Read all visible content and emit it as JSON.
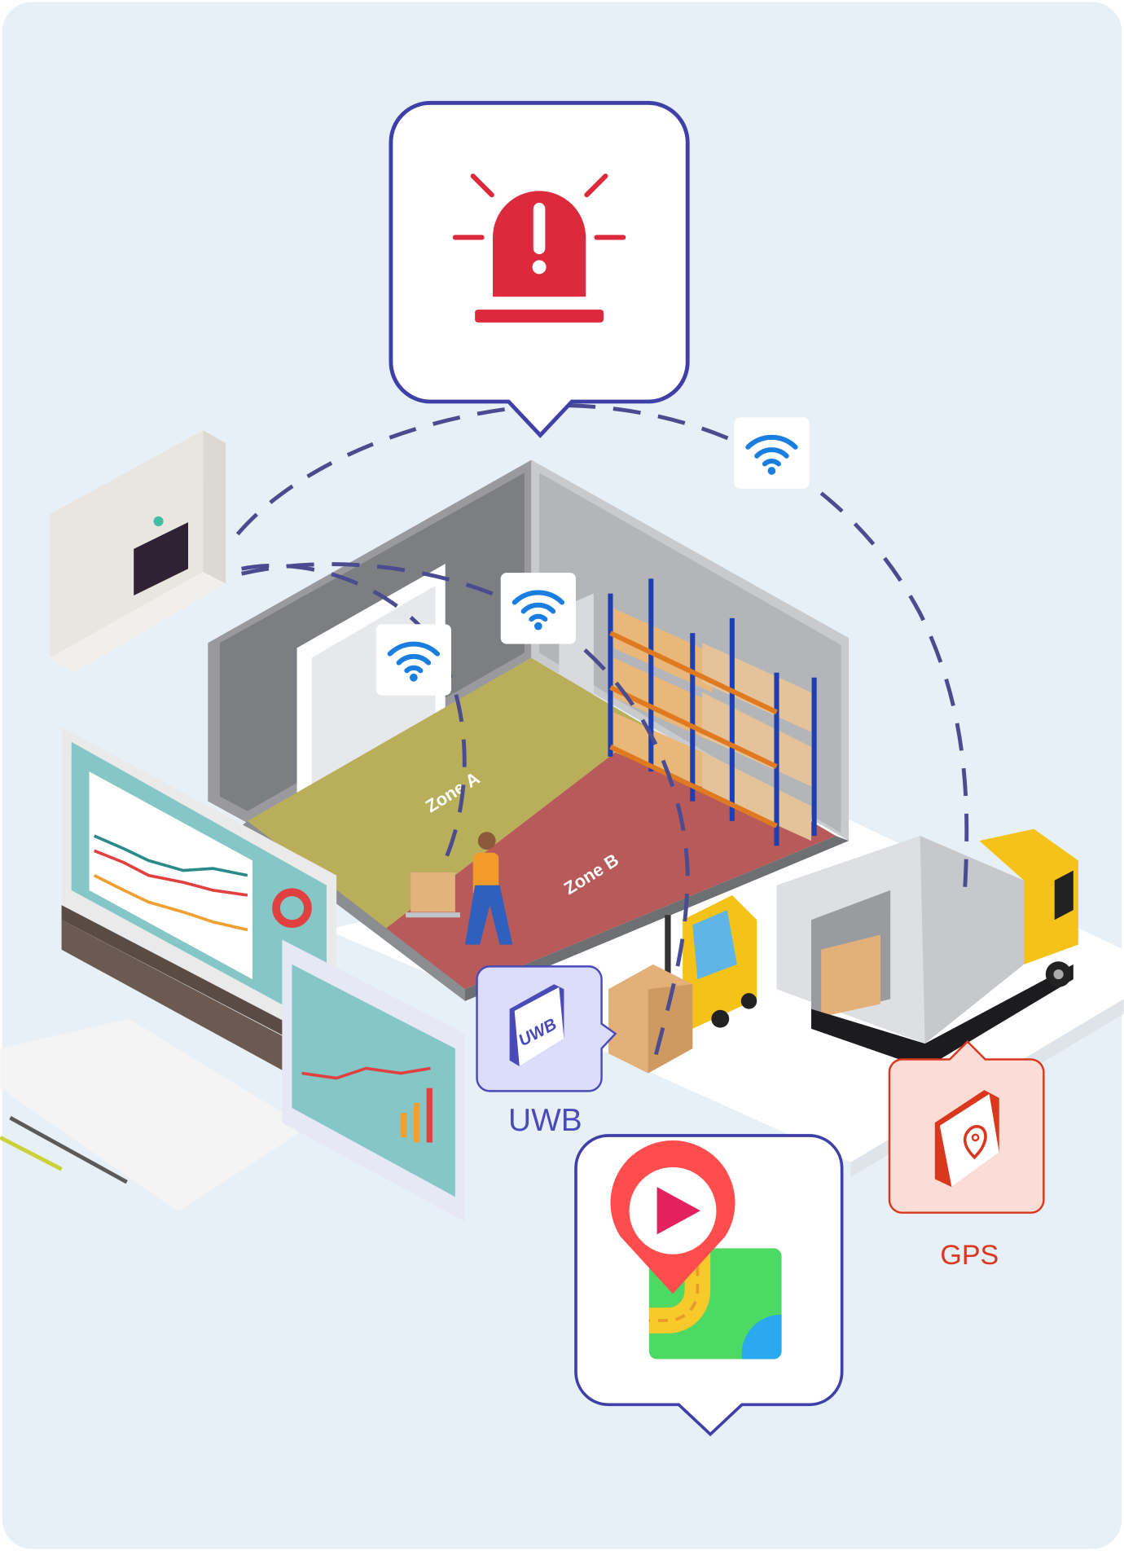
{
  "zones": {
    "zone_a": "Zone A",
    "zone_b": "Zone B"
  },
  "uwb": {
    "label": "UWB",
    "icon_text": "UWB"
  },
  "gps": {
    "label": "GPS"
  },
  "icons": [
    "alarm-siren-icon",
    "wifi-icon",
    "uwb-tag-icon",
    "gps-tag-icon",
    "map-pin-play-icon"
  ],
  "colors": {
    "background": "#e8f0f7",
    "bubble_border": "#3f3fa8",
    "alarm": "#dc2a3c",
    "uwb_text": "#4a4ab8",
    "uwb_fill": "#dcdcfb",
    "gps_text": "#d9381e",
    "gps_fill": "#fcdcd6",
    "wifi": "#1a7de0",
    "zone_a": "#b9ae5a",
    "zone_b": "#b85a5a"
  }
}
